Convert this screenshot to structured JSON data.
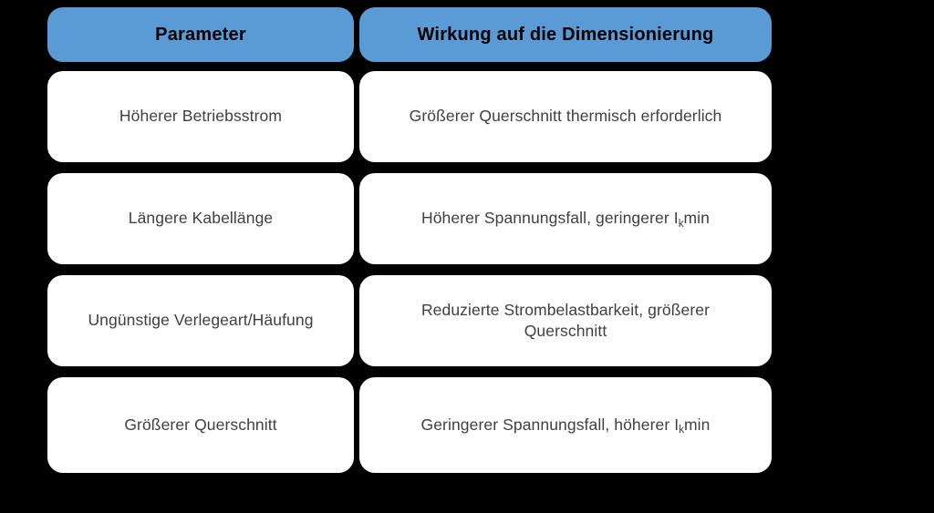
{
  "table": {
    "header": {
      "parameter_label": "Parameter",
      "effect_label": "Wirkung auf die Dimensionierung"
    },
    "rows": [
      {
        "parameter": "Höherer Betriebsstrom",
        "effect": "Größerer Querschnitt thermisch erforderlich",
        "effect_has_subscript": false
      },
      {
        "parameter": "Längere Kabellänge",
        "effect_prefix": "Höherer Spannungsfall, geringerer I",
        "effect_subscript": "k",
        "effect_suffix": "min",
        "effect_has_subscript": true
      },
      {
        "parameter": "Ungünstige Verlegeart/Häufung",
        "effect": "Reduzierte Strombelastbarkeit, größerer Querschnitt",
        "effect_has_subscript": false
      },
      {
        "parameter": "Größerer Querschnitt",
        "effect_prefix": "Geringerer Spannungsfall, höherer I",
        "effect_subscript": "k",
        "effect_suffix": "min",
        "effect_has_subscript": true
      }
    ]
  },
  "colors": {
    "header_background": "#5b9bd5",
    "header_text": "#000000",
    "cell_background": "#ffffff",
    "cell_text": "#404040",
    "page_background": "#000000"
  }
}
